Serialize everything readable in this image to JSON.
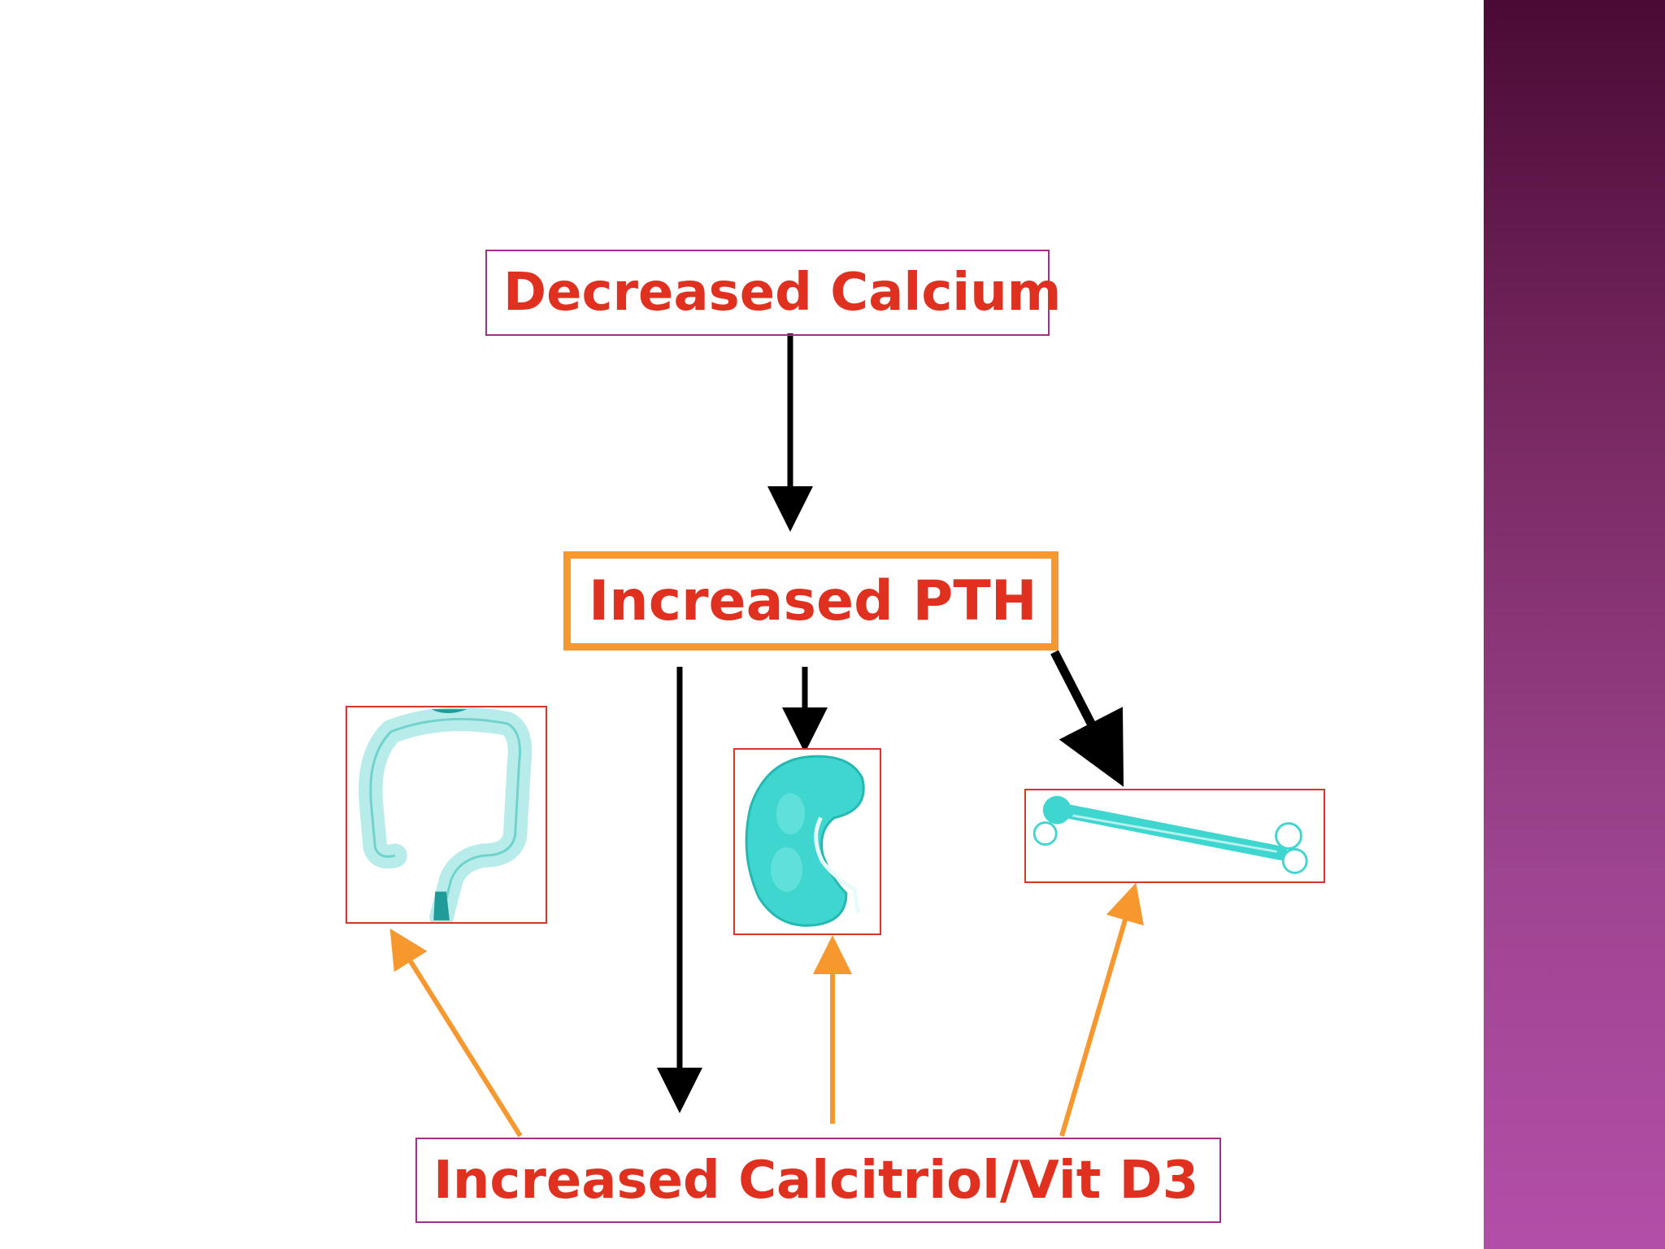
{
  "diagram": {
    "top_label": "Decreased Calcium",
    "middle_label": "Increased PTH",
    "bottom_label": "Increased Calcitriol/Vit D3"
  },
  "organs": [
    {
      "name": "colon-icon"
    },
    {
      "name": "kidney-icon"
    },
    {
      "name": "bone-icon"
    }
  ],
  "colors": {
    "label_text": "#e03020",
    "pth_border": "#f7982f",
    "black_arrow": "#000000",
    "orange_arrow": "#f7982f",
    "organ_fill": "#3fd6d0",
    "side_bar_top": "#4a0a35",
    "side_bar_bottom": "#b34ea8"
  }
}
